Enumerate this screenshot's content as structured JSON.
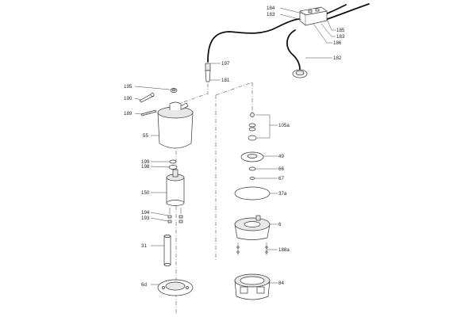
{
  "labels": {
    "l184": "184",
    "l183a": "183",
    "l185": "185",
    "l183b": "183",
    "l186": "186",
    "l182": "182",
    "l197": "197",
    "l181": "181",
    "l195": "195",
    "l190": "190",
    "l189": "189",
    "l55": "55",
    "l105a": "105a",
    "l49": "49",
    "l66": "66",
    "l67": "67",
    "l199": "199",
    "l198": "198",
    "l150": "150",
    "l37a": "37a",
    "l194": "194",
    "l193": "193",
    "l6": "6",
    "l31": "31",
    "l188a": "188a",
    "l6d": "6d",
    "l84": "84"
  }
}
